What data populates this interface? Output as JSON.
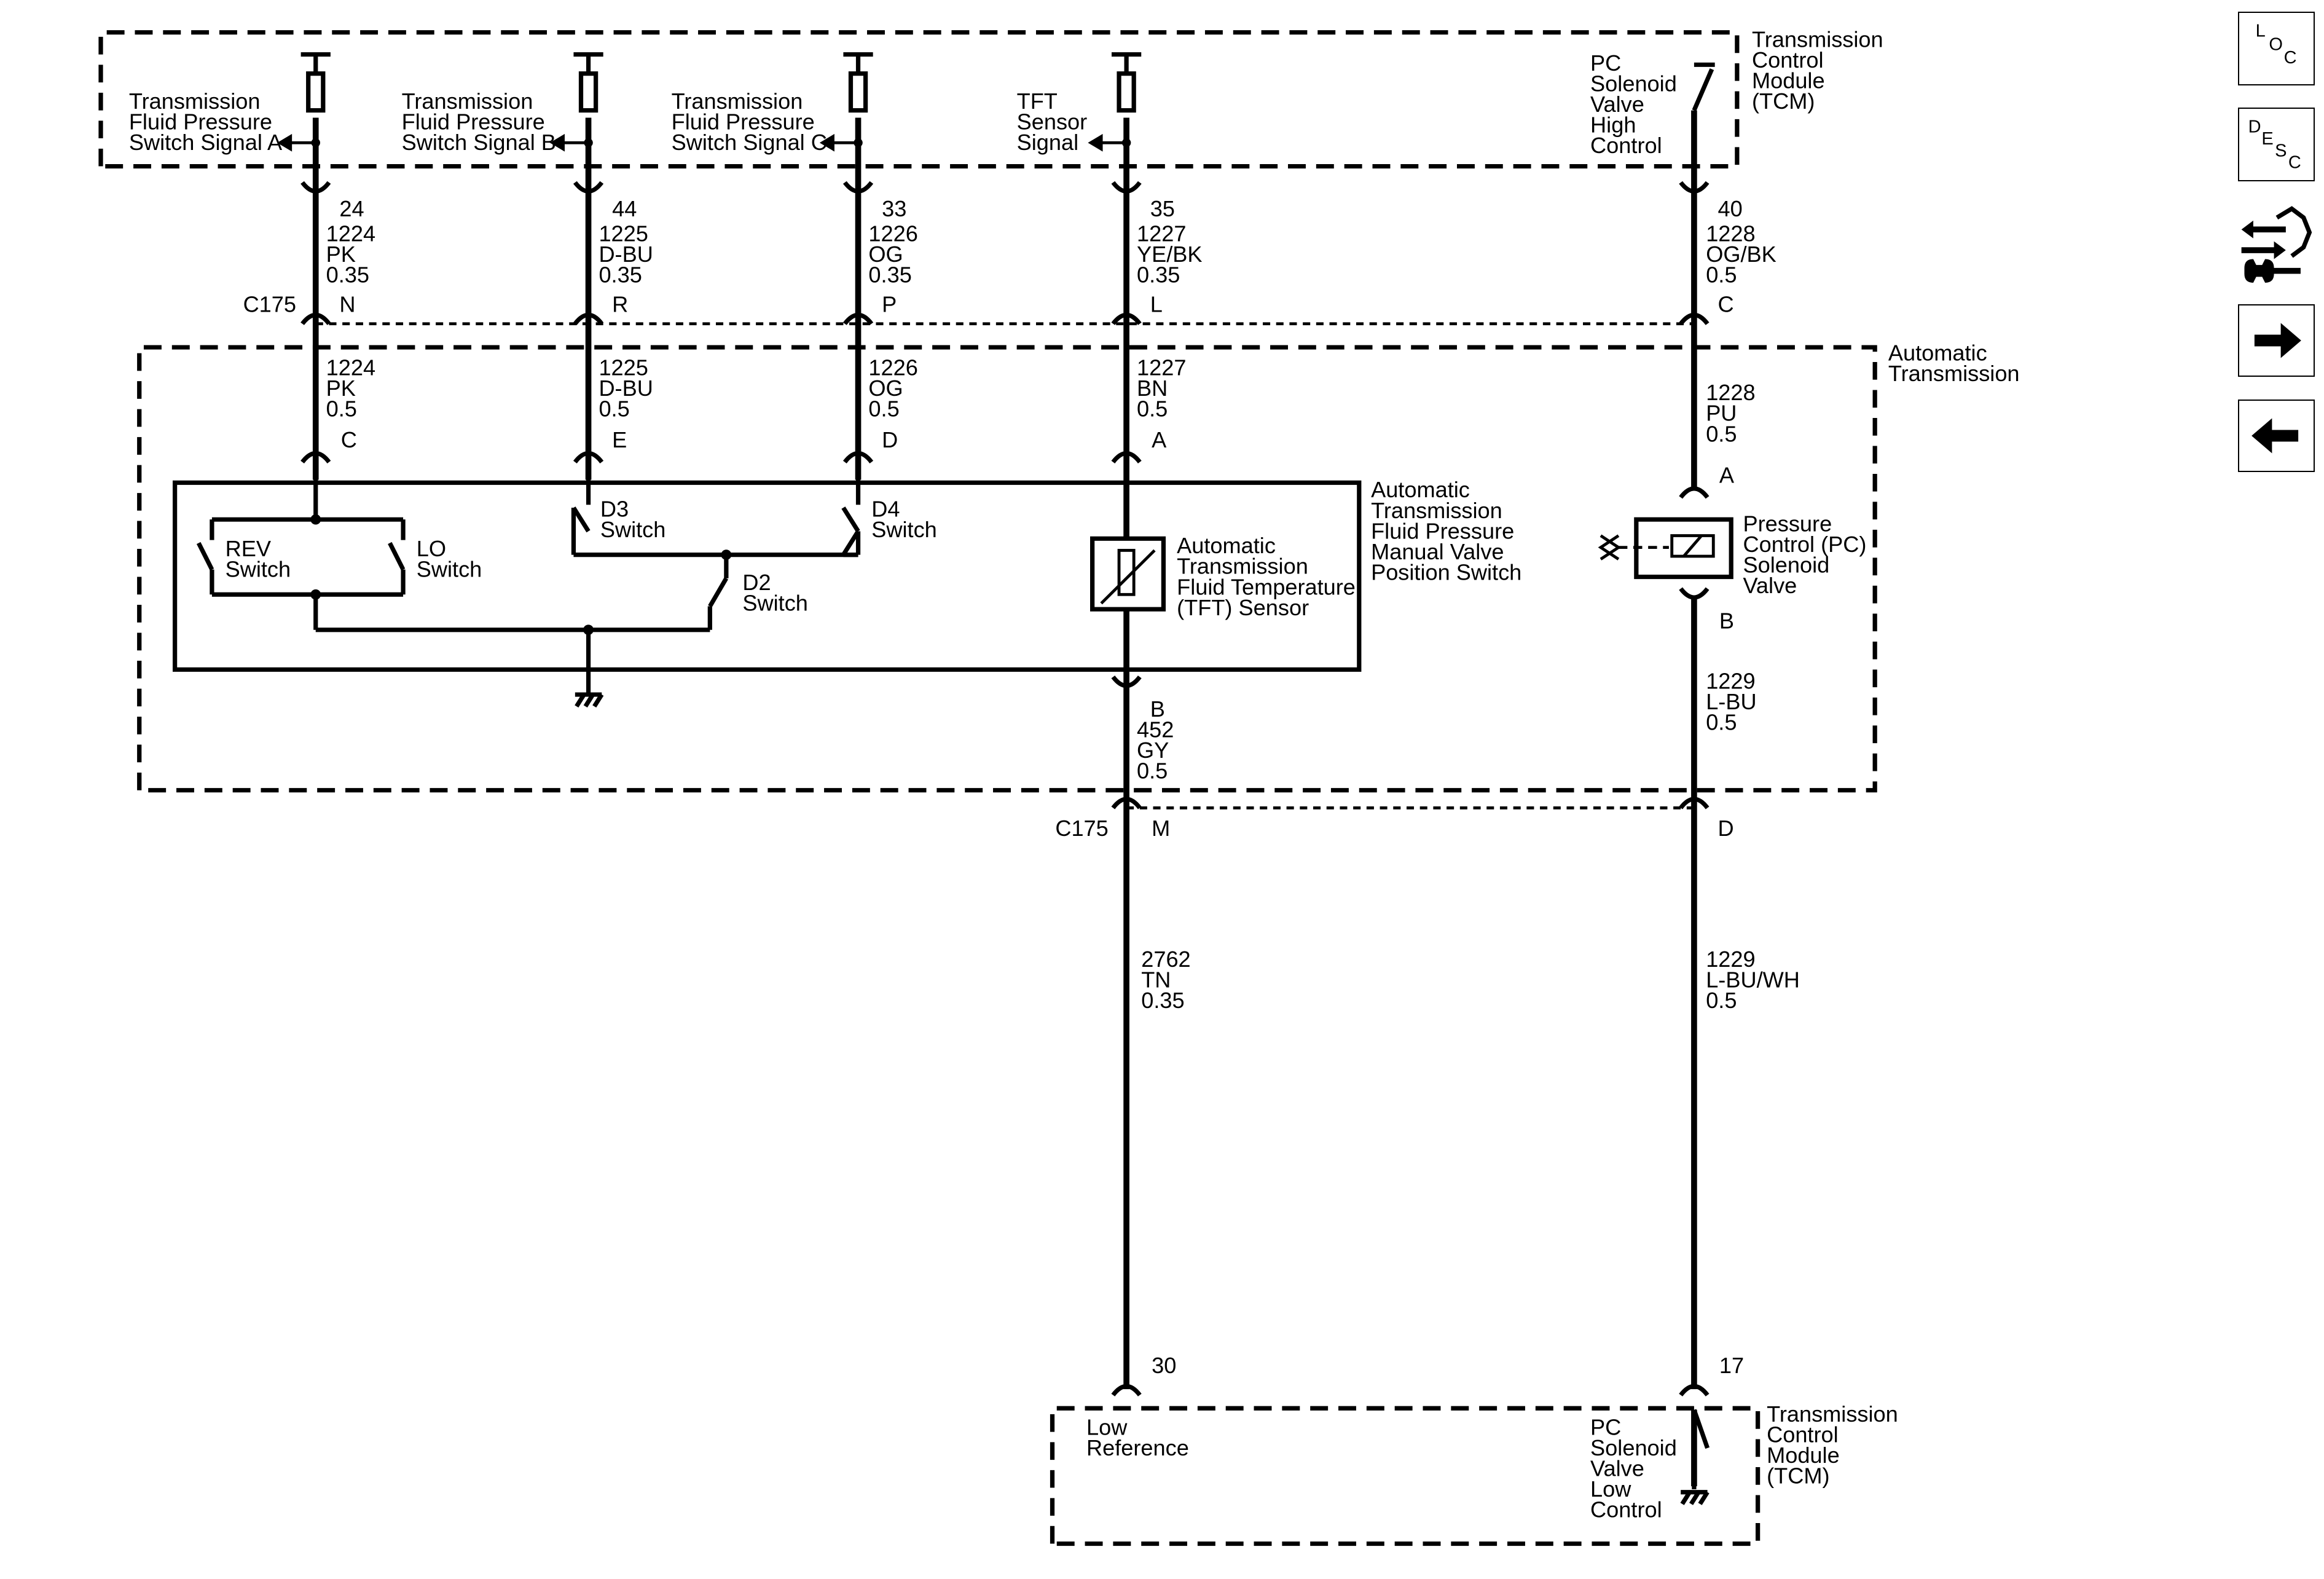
{
  "tcm_top": {
    "title": [
      "Transmission",
      "Control",
      "Module",
      "(TCM)"
    ],
    "signal_a": [
      "Transmission",
      "Fluid Pressure",
      "Switch Signal A"
    ],
    "signal_b": [
      "Transmission",
      "Fluid Pressure",
      "Switch Signal B"
    ],
    "signal_c": [
      "Transmission",
      "Fluid Pressure",
      "Switch Signal C"
    ],
    "tft_signal": [
      "TFT",
      "Sensor",
      "Signal"
    ],
    "pc_high": [
      "PC",
      "Solenoid",
      "Valve",
      "High",
      "Control"
    ]
  },
  "pins_tcm_top": [
    "24",
    "44",
    "33",
    "35",
    "40"
  ],
  "upper_wires": [
    [
      "1224",
      "PK",
      "0.35"
    ],
    [
      "1225",
      "D-BU",
      "0.35"
    ],
    [
      "1226",
      "OG",
      "0.35"
    ],
    [
      "1227",
      "YE/BK",
      "0.35"
    ],
    [
      "1228",
      "OG/BK",
      "0.5"
    ]
  ],
  "c175_upper": {
    "name": "C175",
    "pins": [
      "N",
      "R",
      "P",
      "L",
      "C"
    ]
  },
  "auto_trans_title": [
    "Automatic",
    "Transmission"
  ],
  "inner_wires": [
    [
      "1224",
      "PK",
      "0.5"
    ],
    [
      "1225",
      "D-BU",
      "0.5"
    ],
    [
      "1226",
      "OG",
      "0.5"
    ],
    [
      "1227",
      "BN",
      "0.5"
    ],
    [
      "1228",
      "PU",
      "0.5"
    ]
  ],
  "switch_pins": [
    "C",
    "E",
    "D",
    "A"
  ],
  "switch_assembly_title": [
    "Automatic",
    "Transmission",
    "Fluid Pressure",
    "Manual Valve",
    "Position Switch"
  ],
  "switches": {
    "rev": [
      "REV",
      "Switch"
    ],
    "lo": [
      "LO",
      "Switch"
    ],
    "d3": [
      "D3",
      "Switch"
    ],
    "d4": [
      "D4",
      "Switch"
    ],
    "d2": [
      "D2",
      "Switch"
    ]
  },
  "tft_sensor": [
    "Automatic",
    "Transmission",
    "Fluid Temperature",
    "(TFT) Sensor"
  ],
  "tft_pin_b": "B",
  "pc_solenoid": {
    "label": [
      "Pressure",
      "Control (PC)",
      "Solenoid",
      "Valve"
    ],
    "pin_a": "A",
    "pin_b": "B"
  },
  "wire_452": [
    "452",
    "GY",
    "0.5"
  ],
  "wire_1229_inner": [
    "1229",
    "L-BU",
    "0.5"
  ],
  "c175_lower": {
    "name": "C175",
    "pins": [
      "M",
      "D"
    ]
  },
  "lower_wires": [
    [
      "2762",
      "TN",
      "0.35"
    ],
    [
      "1229",
      "L-BU/WH",
      "0.5"
    ]
  ],
  "pins_tcm_bottom": [
    "30",
    "17"
  ],
  "tcm_bottom": {
    "title": [
      "Transmission",
      "Control",
      "Module",
      "(TCM)"
    ],
    "low_ref": [
      "Low",
      "Reference"
    ],
    "pc_low": [
      "PC",
      "Solenoid",
      "Valve",
      "Low",
      "Control"
    ]
  },
  "nav": {
    "loc": [
      "L",
      "O",
      "C"
    ],
    "desc": [
      "D",
      "E",
      "S",
      "C"
    ]
  }
}
